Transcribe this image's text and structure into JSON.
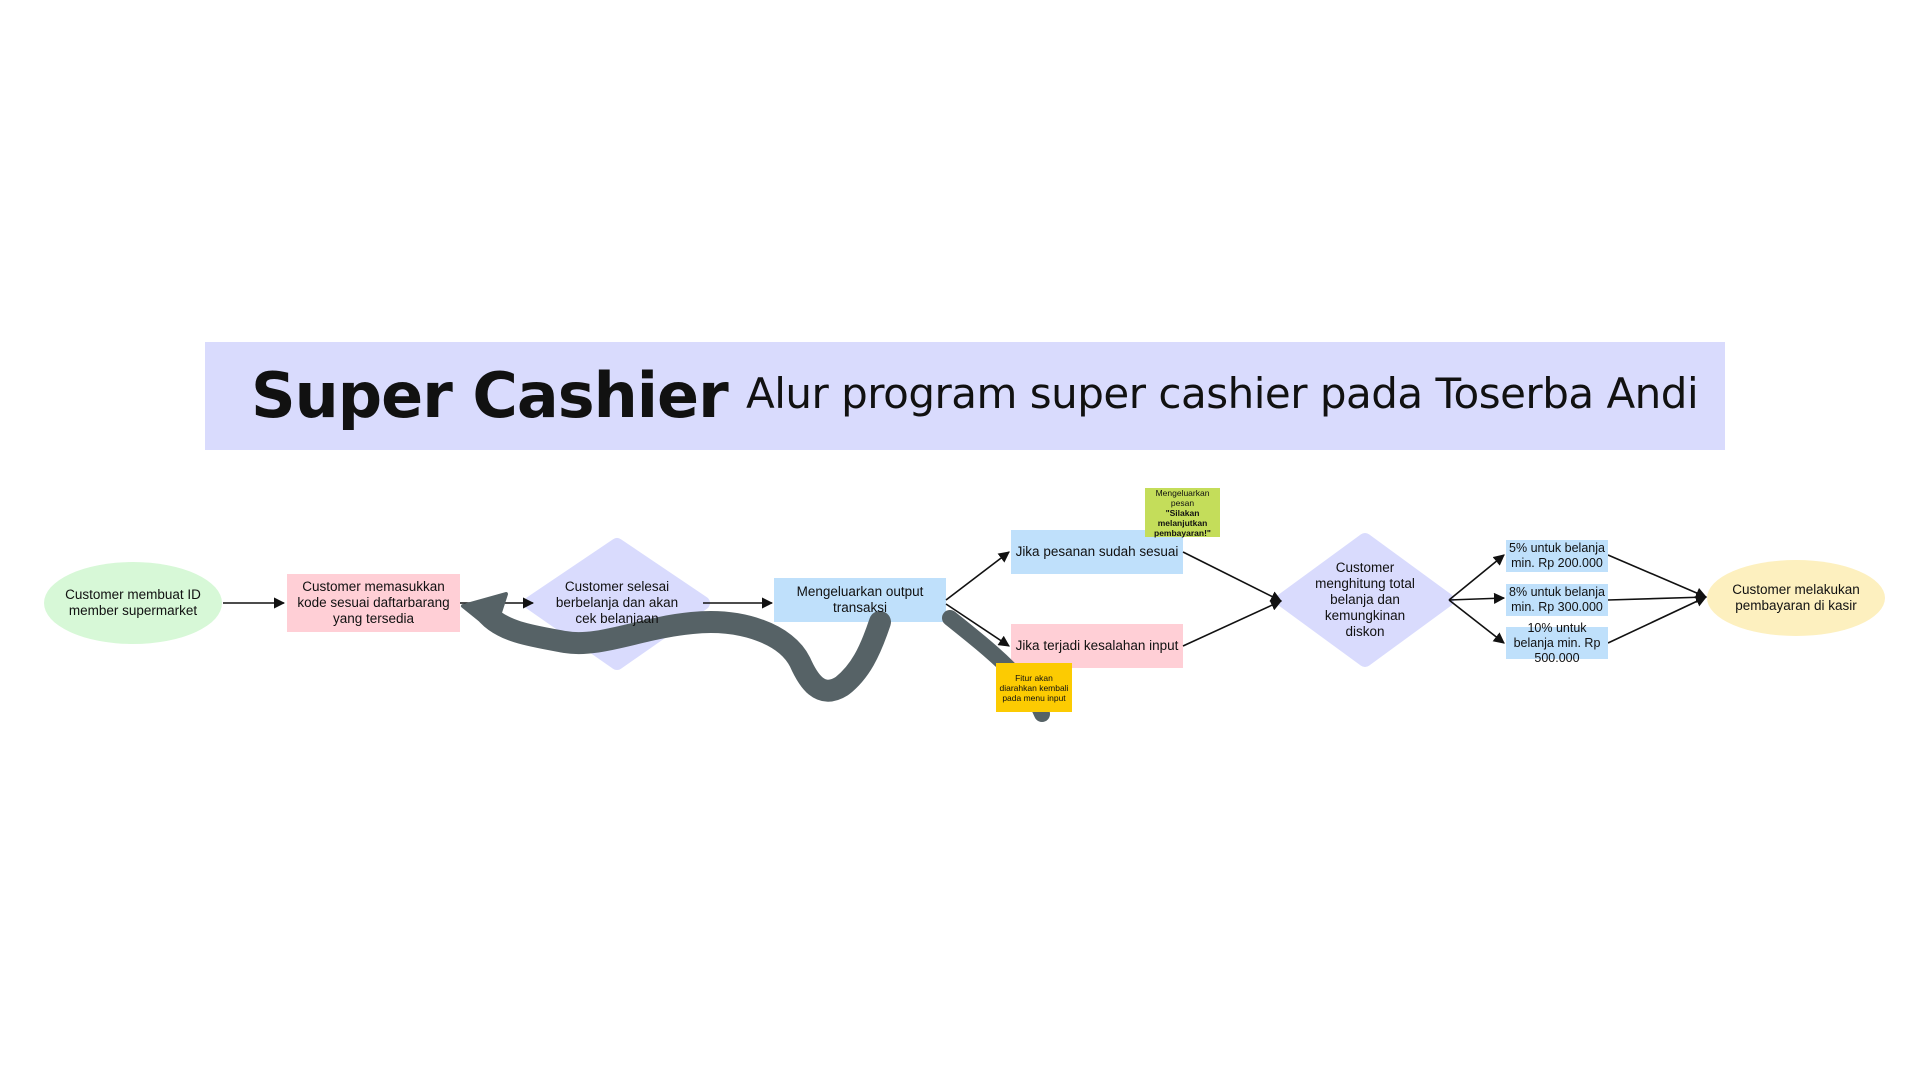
{
  "header": {
    "title": "Super Cashier",
    "subtitle": "Alur program super cashier pada Toserba Andi"
  },
  "nodes": {
    "start": "Customer membuat ID member supermarket",
    "input_code": "Customer memasukkan kode sesuai daftarbarang yang tersedia",
    "done_shopping": "Customer selesai berbelanja dan akan cek belanjaan",
    "output_transaction": "Mengeluarkan output transaksi",
    "order_ok": "Jika pesanan sudah sesuai",
    "input_error": "Jika terjadi kesalahan input",
    "calc_total": "Customer menghitung total belanja dan kemungkinan diskon",
    "discount_5": "5% untuk belanja min. Rp 200.000",
    "discount_8": "8% untuk belanja min. Rp 300.000",
    "discount_10": "10% untuk belanja min. Rp 500.000",
    "end": "Customer melakukan pembayaran di kasir"
  },
  "notes": {
    "proceed_note_prefix": "Mengeluarkan pesan",
    "proceed_note_bold": "\"Silakan melanjutkan pembayaran!\"",
    "error_note": "Fitur akan diarahkan kembali pada menu input"
  },
  "colors": {
    "banner": "#d9dbfd",
    "start_ellipse": "#d7f8d7",
    "input_box": "#ffcfd6",
    "diamond": "#d9dbfd",
    "process_box": "#bfe0fb",
    "end_ellipse": "#fdf0bf",
    "green_note": "#c4dd5a",
    "yellow_note": "#fccb02",
    "loop_arrow": "#566266"
  }
}
